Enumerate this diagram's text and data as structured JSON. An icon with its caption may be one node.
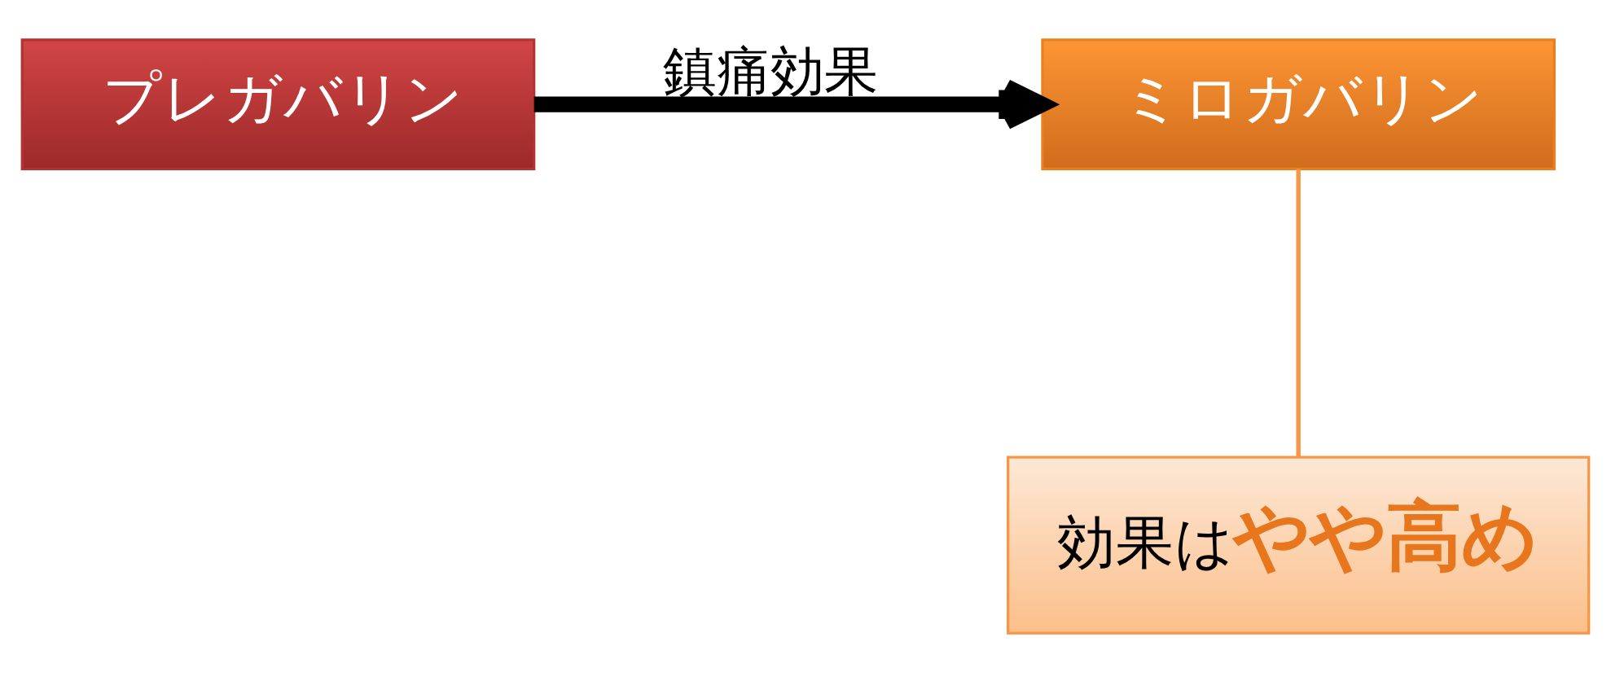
{
  "diagram": {
    "nodes": [
      {
        "text": [
          "プレガバリン"
        ]
      },
      {
        "text": [
          "ミロガバリン"
        ]
      },
      {
        "text": [
          "効果は**やや高め**"
        ]
      }
    ],
    "edges": [
      {
        "from": 0,
        "to": 1,
        "arrow": "to",
        "label": "鎮痛効果",
        "style": "thick"
      },
      {
        "from": 2,
        "to": 1,
        "arrow": "none",
        "color": "#f79646"
      }
    ]
  }
}
